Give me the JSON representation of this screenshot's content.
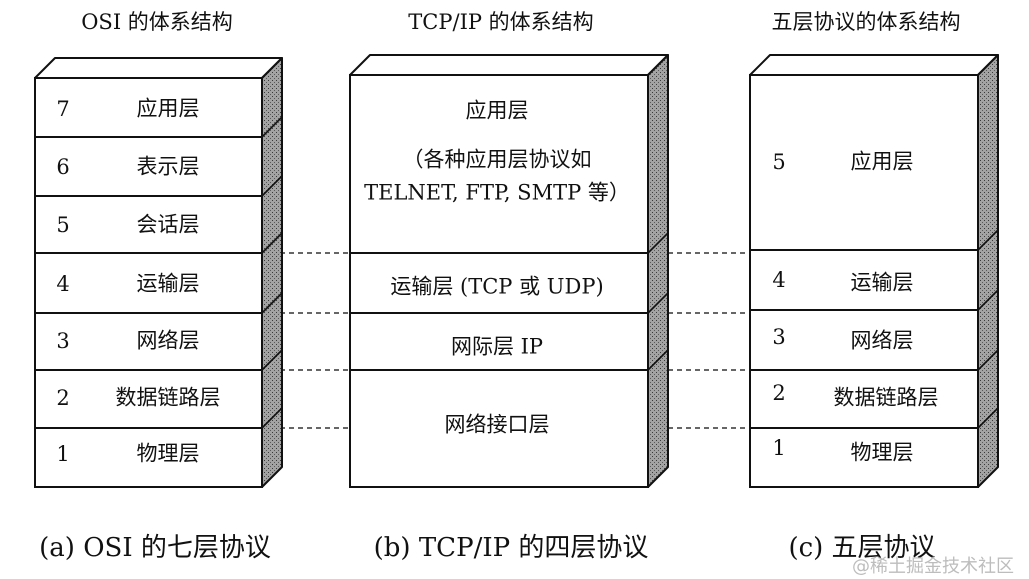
{
  "titles": {
    "osi": "OSI 的体系结构",
    "tcpip": "TCP/IP 的体系结构",
    "five": "五层协议的体系结构"
  },
  "captions": {
    "osi": "(a) OSI 的七层协议",
    "tcpip": "(b) TCP/IP 的四层协议",
    "five": "(c)  五层协议"
  },
  "osi_layers": [
    {
      "num": "7",
      "name": "应用层"
    },
    {
      "num": "6",
      "name": "表示层"
    },
    {
      "num": "5",
      "name": "会话层"
    },
    {
      "num": "4",
      "name": "运输层"
    },
    {
      "num": "3",
      "name": "网络层"
    },
    {
      "num": "2",
      "name": "数据链路层"
    },
    {
      "num": "1",
      "name": "物理层"
    }
  ],
  "tcpip_layers": [
    {
      "name": "应用层",
      "detail_line1": "（各种应用层协议如",
      "detail_line2": "TELNET, FTP, SMTP 等）"
    },
    {
      "name": "运输层 (TCP 或 UDP)"
    },
    {
      "name": "网际层 IP"
    },
    {
      "name": "网络接口层"
    }
  ],
  "five_layers": [
    {
      "num": "5",
      "name": "应用层"
    },
    {
      "num": "4",
      "name": "运输层"
    },
    {
      "num": "3",
      "name": "网络层"
    },
    {
      "num": "2",
      "name": "数据链路层"
    },
    {
      "num": "1",
      "name": "物理层"
    }
  ],
  "watermark": "@稀土掘金技术社区",
  "colors": {
    "line": "#111111",
    "side_fill": "#9a9a9a",
    "top_fill": "#ffffff",
    "dash": "#333333"
  }
}
